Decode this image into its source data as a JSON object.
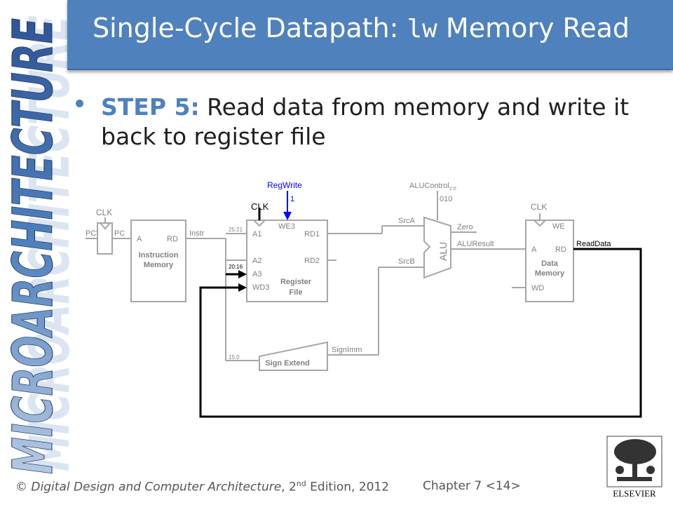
{
  "side_banner": {
    "text": "MICROARCHITECTURE"
  },
  "title": {
    "prefix": "Single-Cycle Datapath: ",
    "code": "lw",
    "suffix": " Memory Read"
  },
  "bullet": {
    "label": "STEP 5:",
    "text": " Read data from memory and write it back to register file"
  },
  "diagram": {
    "clk": "CLK",
    "regwrite": "RegWrite",
    "regwrite_value": "1",
    "alucontrol": "ALUControl",
    "alucontrol_sub": "2:0",
    "alucontrol_value": "010",
    "pc_prime": "PC'",
    "pc": "PC",
    "im_a": "A",
    "im_rd": "RD",
    "im_name1": "Instruction",
    "im_name2": "Memory",
    "instr": "Instr",
    "bits_25_21": "25:21",
    "bits_20_16": "20:16",
    "bits_15_0": "15:0",
    "rf_a1": "A1",
    "rf_a2": "A2",
    "rf_a3": "A3",
    "rf_wd3": "WD3",
    "rf_we3": "WE3",
    "rf_rd1": "RD1",
    "rf_rd2": "RD2",
    "rf_name1": "Register",
    "rf_name2": "File",
    "srca": "SrcA",
    "srcb": "SrcB",
    "alu": "ALU",
    "zero": "Zero",
    "aluresult": "ALUResult",
    "dm_a": "A",
    "dm_rd": "RD",
    "dm_wd": "WD",
    "dm_we": "WE",
    "dm_name1": "Data",
    "dm_name2": "Memory",
    "readdata": "ReadData",
    "sign_extend": "Sign Extend",
    "signimm": "SignImm"
  },
  "footer": {
    "copyright": "© ",
    "book": "Digital Design and Computer Architecture",
    "edition": ", 2",
    "edition_sup": "nd",
    "edition_rest": " Edition, 2012",
    "chapter": "Chapter 7 <14>"
  },
  "logo": {
    "text": "ELSEVIER"
  },
  "colors": {
    "title_bar": "#4f81bd",
    "step_label": "#4f81bd",
    "regwrite": "#0000ff",
    "path": "#000000",
    "gray": "#a6a6a6"
  }
}
